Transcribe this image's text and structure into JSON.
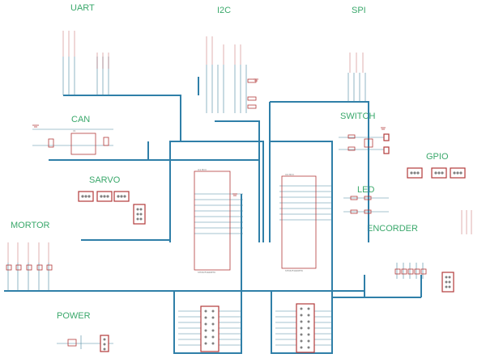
{
  "sections": {
    "uart": "UART",
    "i2c": "I2C",
    "spi": "SPI",
    "can": "CAN",
    "switch": "SWITCH",
    "gpio": "GPIO",
    "sarvo": "SARVO",
    "led": "LED",
    "mortor": "MORTOR",
    "encorder": "ENCORDER",
    "power": "POWER"
  },
  "colors": {
    "section_label": "#3aa86b",
    "bus": "#2f7fa8",
    "wire": "#4a87a0",
    "part": "#b23a3a"
  }
}
